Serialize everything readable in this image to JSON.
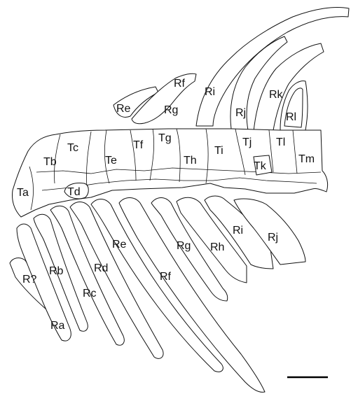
{
  "image": {
    "background": "#ffffff",
    "line_color": "#111111"
  },
  "labels": {
    "upper_ribs": [
      "Re",
      "Rf",
      "Rg",
      "Ri",
      "Rj",
      "Rk",
      "Rl"
    ],
    "vertebrae": [
      "Ta",
      "Tb",
      "Tc",
      "Td",
      "Te",
      "Tf",
      "Tg",
      "Th",
      "Ti",
      "Tj",
      "Tk",
      "Tl",
      "Tm"
    ],
    "lower_ribs": [
      "R?",
      "Ra",
      "Rb",
      "Rc",
      "Rd",
      "Re",
      "Rf",
      "Rg",
      "Rh",
      "Ri",
      "Rj"
    ]
  },
  "scale_bar": {
    "visible": true,
    "label": ""
  }
}
